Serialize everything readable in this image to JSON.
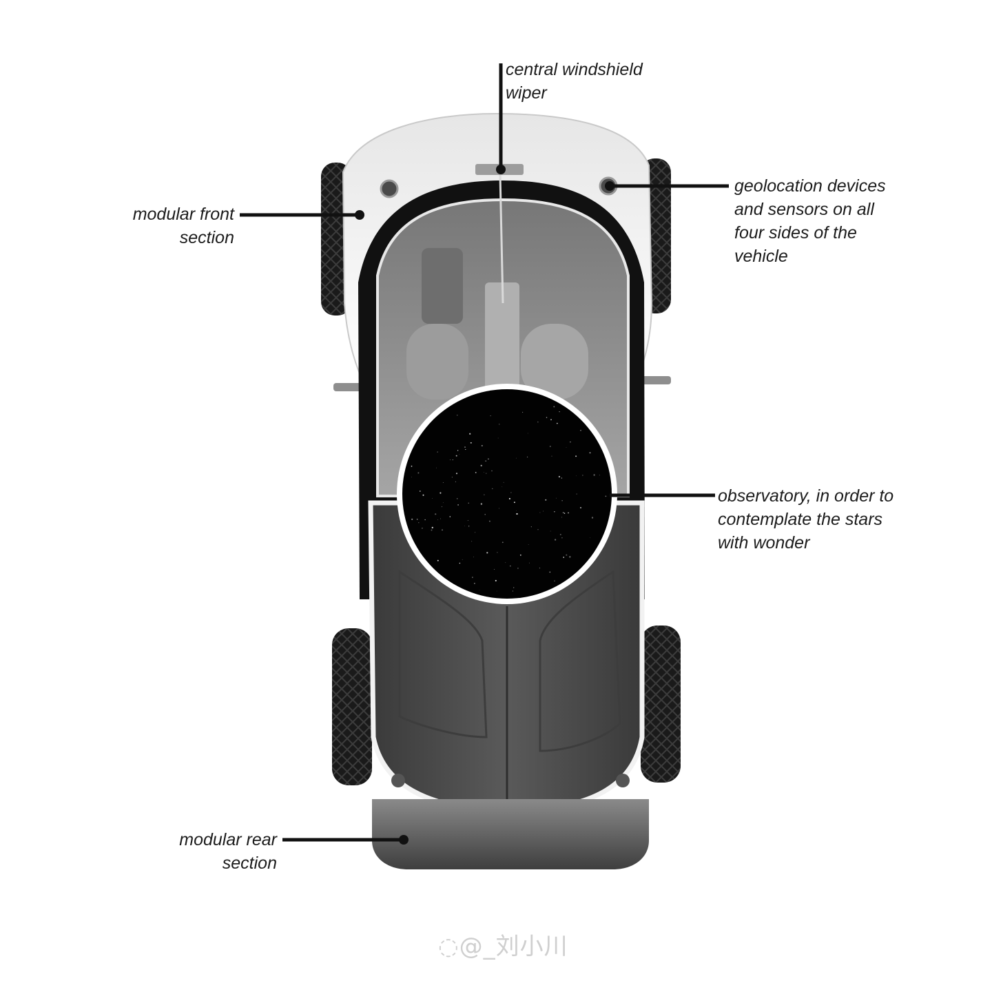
{
  "annotations": {
    "wiper": {
      "lines": [
        "central windshield",
        "wiper"
      ]
    },
    "sensors": {
      "lines": [
        "geolocation devices",
        "and sensors on all",
        "four sides of the",
        "vehicle"
      ]
    },
    "front": {
      "lines": [
        "modular front",
        "section"
      ]
    },
    "observatory": {
      "lines": [
        "observatory, in order to",
        "contemplate the stars",
        "with wonder"
      ]
    },
    "rear": {
      "lines": [
        "modular rear",
        "section"
      ]
    }
  },
  "watermark": {
    "text": "@_刘小川"
  },
  "colors": {
    "body_dark": "#4f4f4f",
    "glass": "#8a8a8a",
    "front_shell": "#f5f5f5",
    "tire": "#1a1a1a",
    "observatory": "#020202",
    "leader": "#111111"
  }
}
